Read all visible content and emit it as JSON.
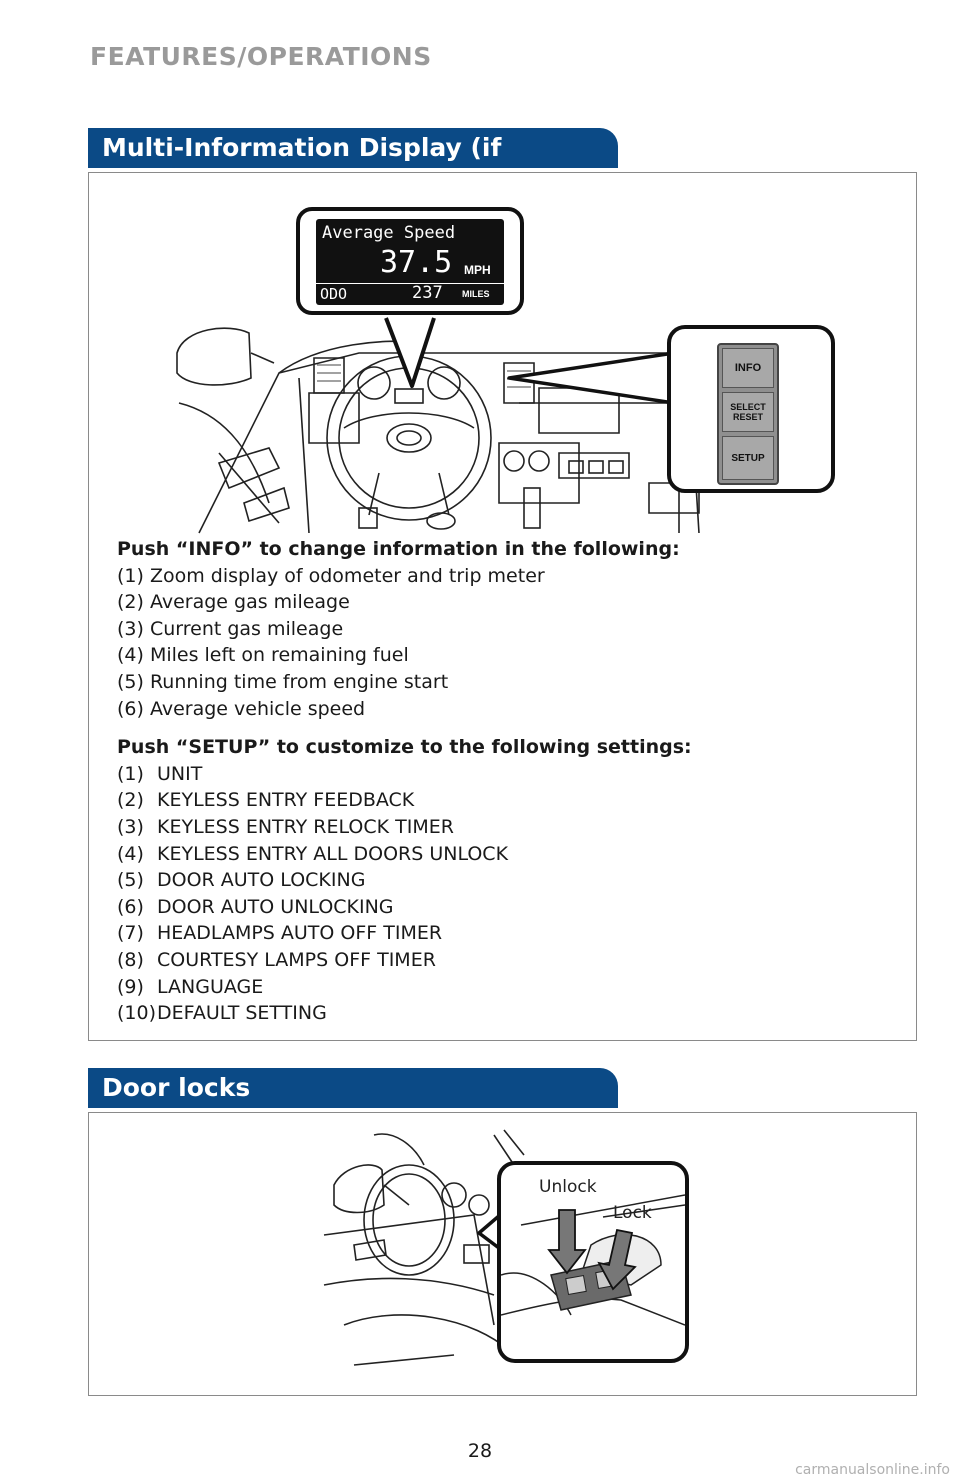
{
  "page": {
    "section_title": "FEATURES/OPERATIONS",
    "page_number": "28",
    "watermark": "carmanualsonline.info"
  },
  "mid": {
    "title": "Multi-Information Display (if equipped)",
    "display": {
      "line1": "Average Speed",
      "value": "37.5",
      "unit": "MPH",
      "odo_label": "ODO",
      "odo_value": "237",
      "odo_unit": "MILES"
    },
    "buttons": {
      "info": "INFO",
      "select_line1": "SELECT",
      "select_line2": "RESET",
      "setup": "SETUP"
    },
    "info_heading": "Push “INFO” to change information in the following:",
    "info_items": [
      "(1) Zoom display of odometer and trip meter",
      "(2) Average gas mileage",
      "(3) Current gas mileage",
      "(4) Miles left on remaining fuel",
      "(5) Running time from engine start",
      "(6) Average vehicle speed"
    ],
    "setup_heading": "Push “SETUP” to customize to the following settings:",
    "setup_items": [
      {
        "num": "(1)",
        "text": "UNIT"
      },
      {
        "num": "(2)",
        "text": "KEYLESS ENTRY FEEDBACK"
      },
      {
        "num": "(3)",
        "text": "KEYLESS ENTRY RELOCK TIMER"
      },
      {
        "num": "(4)",
        "text": "KEYLESS ENTRY ALL DOORS UNLOCK"
      },
      {
        "num": "(5)",
        "text": "DOOR AUTO LOCKING"
      },
      {
        "num": "(6)",
        "text": "DOOR AUTO UNLOCKING"
      },
      {
        "num": "(7)",
        "text": "HEADLAMPS AUTO OFF TIMER"
      },
      {
        "num": "(8)",
        "text": "COURTESY LAMPS OFF TIMER"
      },
      {
        "num": "(9)",
        "text": "LANGUAGE"
      },
      {
        "num": "(10)",
        "text": "DEFAULT SETTING"
      }
    ]
  },
  "doors": {
    "title": "Door locks",
    "unlock_label": "Unlock",
    "lock_label": "Lock"
  },
  "colors": {
    "tab_blue": "#0b4a86",
    "header_gray": "#9a9a9a",
    "border_gray": "#8a8a8a"
  }
}
